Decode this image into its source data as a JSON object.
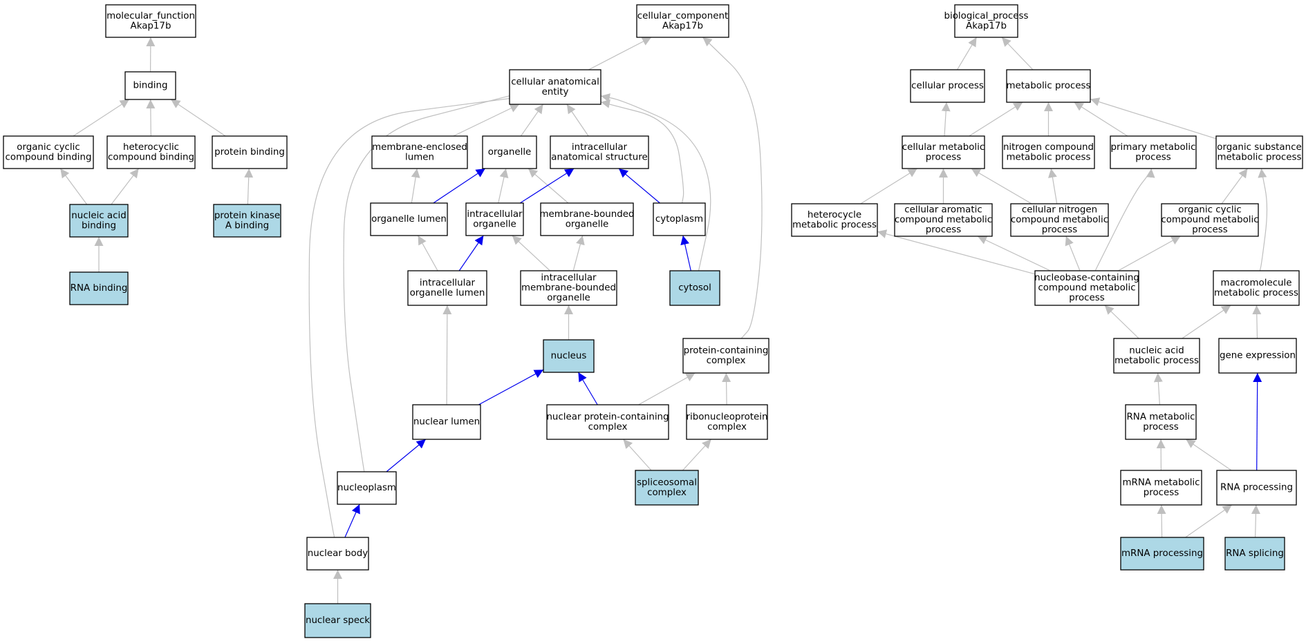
{
  "colors": {
    "node_fill": "#ffffff",
    "highlight_fill": "#add8e6",
    "gray_edge": "#bfbfbf",
    "blue_edge": "#0000ee"
  },
  "nodes": [
    {
      "id": "mf",
      "lines": [
        "molecular_function",
        "Akap17b"
      ],
      "highlight": false
    },
    {
      "id": "binding",
      "lines": [
        "binding"
      ],
      "highlight": false
    },
    {
      "id": "ocb",
      "lines": [
        "organic cyclic",
        "compound binding"
      ],
      "highlight": false
    },
    {
      "id": "hcb",
      "lines": [
        "heterocyclic",
        "compound binding"
      ],
      "highlight": false
    },
    {
      "id": "pb",
      "lines": [
        "protein binding"
      ],
      "highlight": false
    },
    {
      "id": "nab",
      "lines": [
        "nucleic acid",
        "binding"
      ],
      "highlight": true
    },
    {
      "id": "pkab",
      "lines": [
        "protein kinase",
        "A binding"
      ],
      "highlight": true
    },
    {
      "id": "rnab",
      "lines": [
        "RNA binding"
      ],
      "highlight": true
    },
    {
      "id": "cc",
      "lines": [
        "cellular_component",
        "Akap17b"
      ],
      "highlight": false
    },
    {
      "id": "cae",
      "lines": [
        "cellular anatomical",
        "entity"
      ],
      "highlight": false
    },
    {
      "id": "mel",
      "lines": [
        "membrane-enclosed",
        "lumen"
      ],
      "highlight": false
    },
    {
      "id": "organelle",
      "lines": [
        "organelle"
      ],
      "highlight": false
    },
    {
      "id": "ias",
      "lines": [
        "intracellular",
        "anatomical structure"
      ],
      "highlight": false
    },
    {
      "id": "ol",
      "lines": [
        "organelle lumen"
      ],
      "highlight": false
    },
    {
      "id": "io",
      "lines": [
        "intracellular",
        "organelle"
      ],
      "highlight": false
    },
    {
      "id": "mbo",
      "lines": [
        "membrane-bounded",
        "organelle"
      ],
      "highlight": false
    },
    {
      "id": "cytoplasm",
      "lines": [
        "cytoplasm"
      ],
      "highlight": false
    },
    {
      "id": "iol",
      "lines": [
        "intracellular",
        "organelle lumen"
      ],
      "highlight": false
    },
    {
      "id": "imbo",
      "lines": [
        "intracellular",
        "membrane-bounded",
        "organelle"
      ],
      "highlight": false
    },
    {
      "id": "cytosol",
      "lines": [
        "cytosol"
      ],
      "highlight": true
    },
    {
      "id": "nucleus",
      "lines": [
        "nucleus"
      ],
      "highlight": true
    },
    {
      "id": "pcc",
      "lines": [
        "protein-containing",
        "complex"
      ],
      "highlight": false
    },
    {
      "id": "nl",
      "lines": [
        "nuclear lumen"
      ],
      "highlight": false
    },
    {
      "id": "npcc",
      "lines": [
        "nuclear protein-containing",
        "complex"
      ],
      "highlight": false
    },
    {
      "id": "rnp",
      "lines": [
        "ribonucleoprotein",
        "complex"
      ],
      "highlight": false
    },
    {
      "id": "np",
      "lines": [
        "nucleoplasm"
      ],
      "highlight": false
    },
    {
      "id": "sc",
      "lines": [
        "spliceosomal",
        "complex"
      ],
      "highlight": true
    },
    {
      "id": "nb",
      "lines": [
        "nuclear body"
      ],
      "highlight": false
    },
    {
      "id": "ns",
      "lines": [
        "nuclear speck"
      ],
      "highlight": true
    },
    {
      "id": "bp",
      "lines": [
        "biological_process",
        "Akap17b"
      ],
      "highlight": false
    },
    {
      "id": "cp",
      "lines": [
        "cellular process"
      ],
      "highlight": false
    },
    {
      "id": "mp",
      "lines": [
        "metabolic process"
      ],
      "highlight": false
    },
    {
      "id": "cmp",
      "lines": [
        "cellular metabolic",
        "process"
      ],
      "highlight": false
    },
    {
      "id": "ncmp",
      "lines": [
        "nitrogen compound",
        "metabolic process"
      ],
      "highlight": false
    },
    {
      "id": "pmp",
      "lines": [
        "primary metabolic",
        "process"
      ],
      "highlight": false
    },
    {
      "id": "osmp",
      "lines": [
        "organic substance",
        "metabolic process"
      ],
      "highlight": false
    },
    {
      "id": "hmp",
      "lines": [
        "heterocycle",
        "metabolic process"
      ],
      "highlight": false
    },
    {
      "id": "cacmp",
      "lines": [
        "cellular aromatic",
        "compound metabolic",
        "process"
      ],
      "highlight": false
    },
    {
      "id": "cncmp",
      "lines": [
        "cellular nitrogen",
        "compound metabolic",
        "process"
      ],
      "highlight": false
    },
    {
      "id": "occmp",
      "lines": [
        "organic cyclic",
        "compound metabolic",
        "process"
      ],
      "highlight": false
    },
    {
      "id": "nbccmp",
      "lines": [
        "nucleobase-containing",
        "compound metabolic",
        "process"
      ],
      "highlight": false
    },
    {
      "id": "mmp",
      "lines": [
        "macromolecule",
        "metabolic process"
      ],
      "highlight": false
    },
    {
      "id": "namp",
      "lines": [
        "nucleic acid",
        "metabolic process"
      ],
      "highlight": false
    },
    {
      "id": "ge",
      "lines": [
        "gene expression"
      ],
      "highlight": false
    },
    {
      "id": "rnamp",
      "lines": [
        "RNA metabolic",
        "process"
      ],
      "highlight": false
    },
    {
      "id": "mrnamp",
      "lines": [
        "mRNA metabolic",
        "process"
      ],
      "highlight": false
    },
    {
      "id": "rnap",
      "lines": [
        "RNA processing"
      ],
      "highlight": false
    },
    {
      "id": "mrnap",
      "lines": [
        "mRNA processing"
      ],
      "highlight": true
    },
    {
      "id": "rnas",
      "lines": [
        "RNA splicing"
      ],
      "highlight": true
    }
  ],
  "edges": [
    {
      "from": "binding",
      "to": "mf",
      "color": "gray"
    },
    {
      "from": "ocb",
      "to": "binding",
      "color": "gray"
    },
    {
      "from": "hcb",
      "to": "binding",
      "color": "gray"
    },
    {
      "from": "pb",
      "to": "binding",
      "color": "gray"
    },
    {
      "from": "nab",
      "to": "ocb",
      "color": "gray"
    },
    {
      "from": "nab",
      "to": "hcb",
      "color": "gray"
    },
    {
      "from": "pkab",
      "to": "pb",
      "color": "gray"
    },
    {
      "from": "rnab",
      "to": "nab",
      "color": "gray"
    },
    {
      "from": "cae",
      "to": "cc",
      "color": "gray"
    },
    {
      "from": "pcc",
      "to": "cc",
      "color": "gray"
    },
    {
      "from": "mel",
      "to": "cae",
      "color": "gray"
    },
    {
      "from": "organelle",
      "to": "cae",
      "color": "gray"
    },
    {
      "from": "ias",
      "to": "cae",
      "color": "gray"
    },
    {
      "from": "cytoplasm",
      "to": "cae",
      "color": "gray"
    },
    {
      "from": "cytosol",
      "to": "cae",
      "color": "gray"
    },
    {
      "from": "np",
      "to": "cae",
      "color": "gray"
    },
    {
      "from": "nb",
      "to": "cae",
      "color": "gray"
    },
    {
      "from": "ol",
      "to": "mel",
      "color": "gray"
    },
    {
      "from": "ol",
      "to": "organelle",
      "color": "blue"
    },
    {
      "from": "io",
      "to": "organelle",
      "color": "gray"
    },
    {
      "from": "mbo",
      "to": "organelle",
      "color": "gray"
    },
    {
      "from": "io",
      "to": "ias",
      "color": "blue"
    },
    {
      "from": "cytoplasm",
      "to": "ias",
      "color": "blue"
    },
    {
      "from": "iol",
      "to": "ol",
      "color": "gray"
    },
    {
      "from": "iol",
      "to": "io",
      "color": "blue"
    },
    {
      "from": "imbo",
      "to": "io",
      "color": "gray"
    },
    {
      "from": "imbo",
      "to": "mbo",
      "color": "gray"
    },
    {
      "from": "cytosol",
      "to": "cytoplasm",
      "color": "blue"
    },
    {
      "from": "nucleus",
      "to": "imbo",
      "color": "gray"
    },
    {
      "from": "nl",
      "to": "iol",
      "color": "gray"
    },
    {
      "from": "nl",
      "to": "nucleus",
      "color": "blue"
    },
    {
      "from": "npcc",
      "to": "nucleus",
      "color": "blue"
    },
    {
      "from": "npcc",
      "to": "pcc",
      "color": "gray"
    },
    {
      "from": "rnp",
      "to": "pcc",
      "color": "gray"
    },
    {
      "from": "np",
      "to": "nl",
      "color": "blue"
    },
    {
      "from": "sc",
      "to": "npcc",
      "color": "gray"
    },
    {
      "from": "sc",
      "to": "rnp",
      "color": "gray"
    },
    {
      "from": "nb",
      "to": "np",
      "color": "blue"
    },
    {
      "from": "ns",
      "to": "nb",
      "color": "gray"
    },
    {
      "from": "cp",
      "to": "bp",
      "color": "gray"
    },
    {
      "from": "mp",
      "to": "bp",
      "color": "gray"
    },
    {
      "from": "cmp",
      "to": "cp",
      "color": "gray"
    },
    {
      "from": "cmp",
      "to": "mp",
      "color": "gray"
    },
    {
      "from": "ncmp",
      "to": "mp",
      "color": "gray"
    },
    {
      "from": "pmp",
      "to": "mp",
      "color": "gray"
    },
    {
      "from": "osmp",
      "to": "mp",
      "color": "gray"
    },
    {
      "from": "hmp",
      "to": "cmp",
      "color": "gray"
    },
    {
      "from": "cacmp",
      "to": "cmp",
      "color": "gray"
    },
    {
      "from": "cncmp",
      "to": "cmp",
      "color": "gray"
    },
    {
      "from": "cncmp",
      "to": "ncmp",
      "color": "gray"
    },
    {
      "from": "occmp",
      "to": "osmp",
      "color": "gray"
    },
    {
      "from": "nbccmp",
      "to": "hmp",
      "color": "gray"
    },
    {
      "from": "nbccmp",
      "to": "cacmp",
      "color": "gray"
    },
    {
      "from": "nbccmp",
      "to": "cncmp",
      "color": "gray"
    },
    {
      "from": "nbccmp",
      "to": "pmp",
      "color": "gray"
    },
    {
      "from": "nbccmp",
      "to": "occmp",
      "color": "gray"
    },
    {
      "from": "mmp",
      "to": "osmp",
      "color": "gray"
    },
    {
      "from": "namp",
      "to": "nbccmp",
      "color": "gray"
    },
    {
      "from": "namp",
      "to": "mmp",
      "color": "gray"
    },
    {
      "from": "ge",
      "to": "mmp",
      "color": "gray"
    },
    {
      "from": "rnamp",
      "to": "namp",
      "color": "gray"
    },
    {
      "from": "mrnamp",
      "to": "rnamp",
      "color": "gray"
    },
    {
      "from": "rnap",
      "to": "rnamp",
      "color": "gray"
    },
    {
      "from": "rnap",
      "to": "ge",
      "color": "blue"
    },
    {
      "from": "mrnap",
      "to": "mrnamp",
      "color": "gray"
    },
    {
      "from": "mrnap",
      "to": "rnap",
      "color": "gray"
    },
    {
      "from": "rnas",
      "to": "rnap",
      "color": "gray"
    }
  ]
}
